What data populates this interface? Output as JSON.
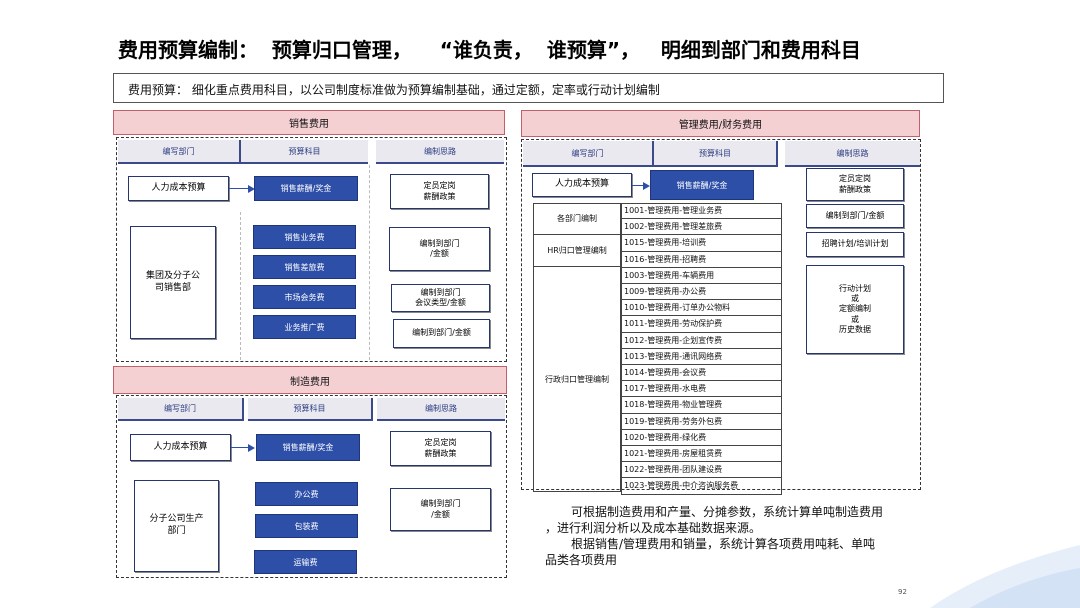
{
  "title": "费用预算编制：  预算归口管理，    “谁负责，  谁预算”，   明细到部门和费用科目",
  "subtitle": "费用预算：  细化重点费用科目，以公司制度标准做为预算编制基础，通过定额，定率或行动计划编制",
  "sales": {
    "header": "销售费用",
    "col1": "编写部门",
    "col2": "预算科目",
    "col3": "编制思路",
    "hr_budget": "人力成本预算",
    "salary": "销售薪酬/奖金",
    "policy": "定员定岗\n薪酬政策",
    "dept": "集团及分子公\n司销售部",
    "items": [
      "销售业务费",
      "销售差旅费",
      "市场会务费",
      "业务推广费"
    ],
    "methods": [
      "编制到部门\n/金额",
      "编制到部门\n会议类型/金额",
      "编制到部门/金额"
    ]
  },
  "manufacturing": {
    "header": "制造费用",
    "col1": "编写部门",
    "col2": "预算科目",
    "col3": "编制思路",
    "hr_budget": "人力成本预算",
    "salary": "销售薪酬/奖金",
    "policy": "定员定岗\n薪酬政策",
    "dept": "分子公司生产\n部门",
    "items": [
      "办公费",
      "包装费",
      "运输费"
    ],
    "method": "编制到部门\n/金额"
  },
  "management": {
    "header": "管理费用/财务费用",
    "col1": "编写部门",
    "col2": "预算科目",
    "col3": "编制思路",
    "hr_budget": "人力成本预算",
    "salary": "销售薪酬/奖金",
    "groups": [
      "各部门编制",
      "HR归口管理编制",
      "行政归口管理编制"
    ],
    "accounts": [
      "1001-管理费用-管理业务费",
      "1002-管理费用-管理差旅费",
      "1015-管理费用-培训费",
      "1016-管理费用-招聘费",
      "1003-管理费用-车辆费用",
      "1009-管理费用-办公费",
      "1010-管理费用-订单办公物料",
      "1011-管理费用-劳动保护费",
      "1012-管理费用-企划宣传费",
      "1013-管理费用-通讯网络费",
      "1014-管理费用-会议费",
      "1017-管理费用-水电费",
      "1018-管理费用-物业管理费",
      "1019-管理费用-劳务外包费",
      "1020-管理费用-绿化费",
      "1021-管理费用-房屋租赁费",
      "1022-管理费用-团队建设费",
      "1023-管理费用-中介咨询服务费"
    ],
    "methods": [
      "定员定岗\n薪酬政策",
      "编制到部门/金额",
      "招聘计划/培训计划",
      "行动计划\n或\n定额编制\n或\n历史数据"
    ]
  },
  "note": {
    "line1": "可根据制造费用和产量、分摊参数，系统计算单吨制造费用",
    "line2": "，进行利润分析以及成本基础数据来源。",
    "line3": "根据销售/管理费用和销量，系统计算各项费用吨耗、单吨",
    "line4": "品类各项费用"
  },
  "page_number": "92",
  "colors": {
    "pink": "#f5d0d3",
    "blue": "#2d4fa8",
    "navy": "#27356f"
  }
}
